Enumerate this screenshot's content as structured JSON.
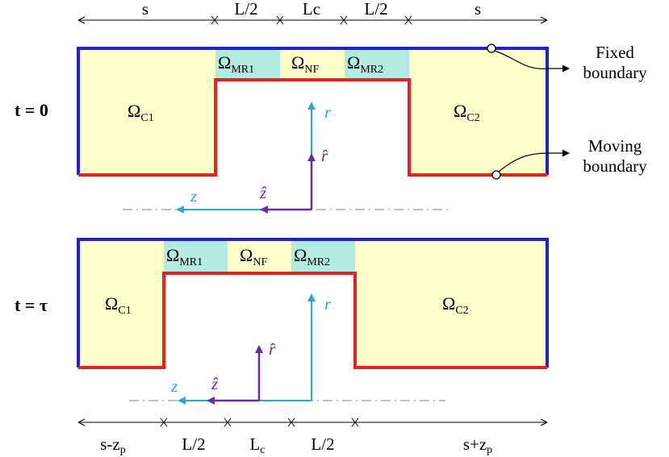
{
  "top": {
    "time_label": "t = 0",
    "dims": [
      "s",
      "L/2",
      "Lc",
      "L/2",
      "s"
    ],
    "regions": {
      "c1": {
        "main": "Ω",
        "sub": "C1"
      },
      "mr1": {
        "main": "Ω",
        "sub": "MR1"
      },
      "nf": {
        "main": "Ω",
        "sub": "NF"
      },
      "mr2": {
        "main": "Ω",
        "sub": "MR2"
      },
      "c2": {
        "main": "Ω",
        "sub": "C2"
      }
    },
    "axes": {
      "r": "r",
      "r_hat": "r̂",
      "z": "z",
      "z_hat": "ẑ"
    }
  },
  "bottom": {
    "time_label": "t = τ",
    "dims": [
      {
        "main": "s-z",
        "sub": "p"
      },
      {
        "main": "L/2",
        "sub": ""
      },
      {
        "main": "L",
        "sub": "c"
      },
      {
        "main": "L/2",
        "sub": ""
      },
      {
        "main": "s+z",
        "sub": "p"
      }
    ],
    "regions": {
      "c1": {
        "main": "Ω",
        "sub": "C1"
      },
      "mr1": {
        "main": "Ω",
        "sub": "MR1"
      },
      "nf": {
        "main": "Ω",
        "sub": "NF"
      },
      "mr2": {
        "main": "Ω",
        "sub": "MR2"
      },
      "c2": {
        "main": "Ω",
        "sub": "C2"
      }
    },
    "axes": {
      "r": "r",
      "r_hat": "r̂",
      "z": "z",
      "z_hat": "ẑ"
    }
  },
  "annotations": {
    "fixed": [
      "Fixed",
      "boundary"
    ],
    "moving": [
      "Moving",
      "boundary"
    ]
  },
  "colors": {
    "fixed_boundary": "#1f1fd6",
    "moving_boundary": "#e8201f",
    "fill_region": "#ffffcc",
    "mr_region": "#b2ebe0",
    "axis_blue": "#29a8e0",
    "axis_purple": "#6a2ca0"
  }
}
